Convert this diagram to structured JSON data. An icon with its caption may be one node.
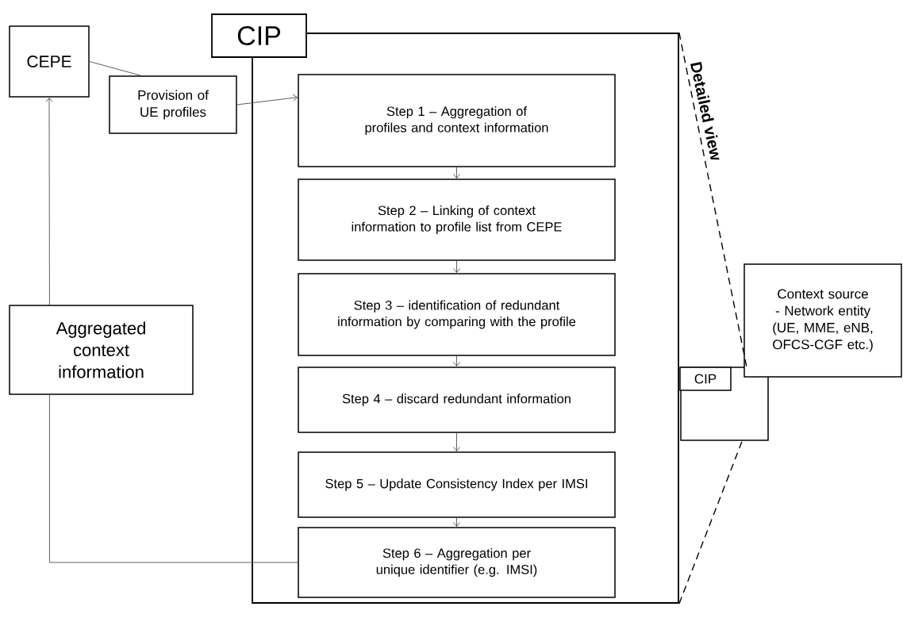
{
  "diagram": {
    "nodes": [
      {
        "text": [
          "CIP"
        ]
      },
      {
        "text": [
          "Step 1 – Aggregation of profiles and context information"
        ],
        "in": 0
      },
      {
        "text": [
          "Step 2 – Linking of context information to profile list from CEPE"
        ],
        "in": 0
      },
      {
        "text": [
          "Step 3 – identification of redundant information by comparing with the profile"
        ],
        "in": 0
      },
      {
        "text": [
          "Step 4 – discard redundant information"
        ],
        "in": 0
      },
      {
        "text": [
          "Step 5 – Update Consistency Index per IMSI"
        ],
        "in": 0
      },
      {
        "text": [
          "Step 6 – Aggregation per unique identifier (e.g. IMSI)"
        ],
        "in": 0
      },
      {
        "text": [
          "CEPE"
        ]
      },
      {
        "text": [
          "Provision of UE profiles"
        ]
      },
      {
        "text": [
          "Aggregated context information"
        ]
      },
      {
        "text": [],
        "shape": "box"
      },
      {
        "text": [
          "CIP"
        ],
        "in": 10
      },
      {
        "text": [
          "Context source - Network entity (UE, MME, eNB, OFCS-CGF etc.)"
        ]
      }
    ],
    "edges": [
      {
        "from": 1,
        "to": 2,
        "arrow": "to"
      },
      {
        "from": 2,
        "to": 3,
        "arrow": "to"
      },
      {
        "from": 3,
        "to": 4,
        "arrow": "to"
      },
      {
        "from": 4,
        "to": 5,
        "arrow": "to"
      },
      {
        "from": 5,
        "to": 6,
        "arrow": "to"
      },
      {
        "from": 7,
        "to": 8,
        "arrow": "none"
      },
      {
        "from": 8,
        "to": 1,
        "arrow": "to"
      },
      {
        "from": 6,
        "to": 9,
        "arrow": "none"
      },
      {
        "from": 9,
        "to": 7,
        "arrow": "to"
      },
      {
        "from": 0,
        "to": 10,
        "arrow": "none",
        "style": "dashed",
        "label": "Detailed view"
      },
      {
        "from": 0,
        "to": 10,
        "arrow": "none",
        "style": "dashed"
      }
    ]
  }
}
